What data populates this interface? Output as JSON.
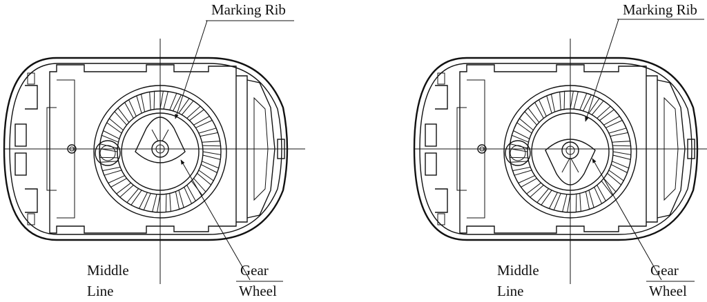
{
  "labels": {
    "marking_rib": "Marking Rib",
    "middle_line": [
      "Middle",
      "Line"
    ],
    "gear_wheel": [
      "Gear",
      "Wheel"
    ]
  },
  "panels": [
    {
      "name": "left-panel",
      "rib_angle_deg": 0
    },
    {
      "name": "right-panel",
      "rib_angle_deg": 180
    }
  ],
  "colors": {
    "ink": "#111111",
    "paper": "#ffffff"
  }
}
